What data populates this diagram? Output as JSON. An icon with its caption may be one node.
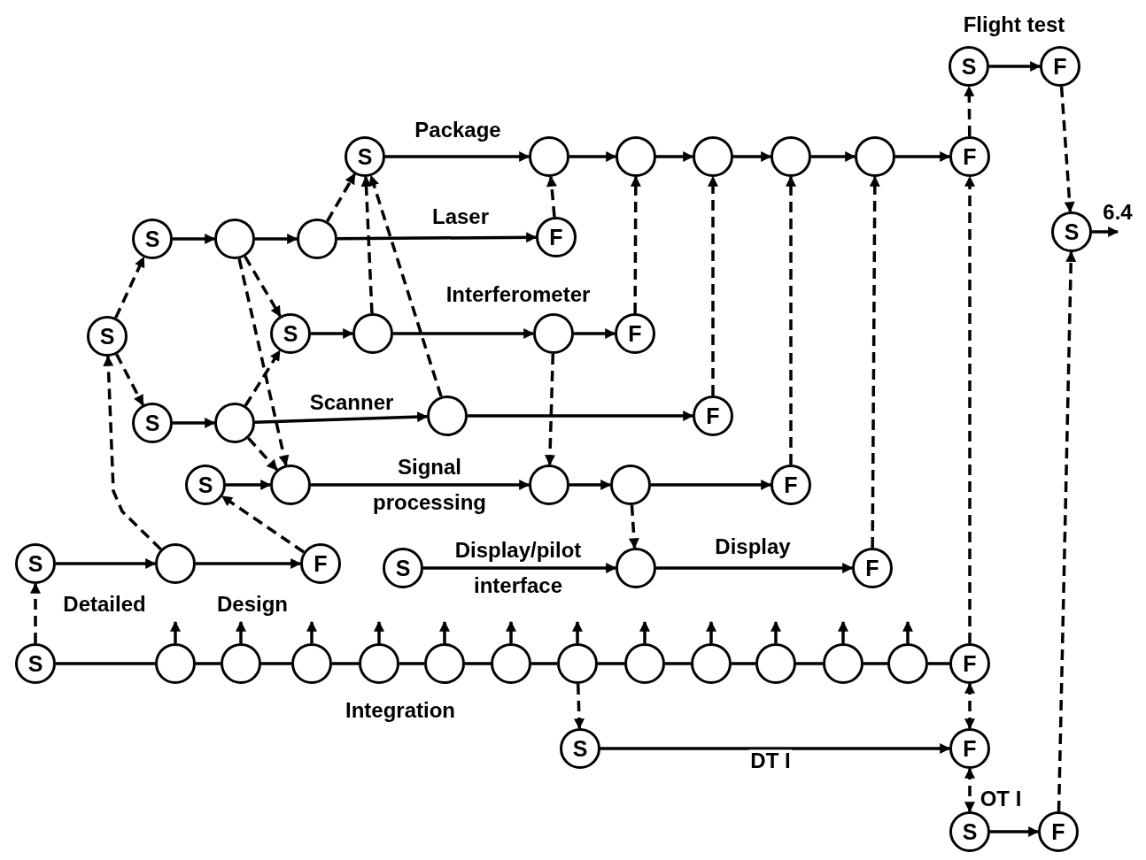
{
  "diagram": {
    "nodes": [
      {
        "text": [
          "S"
        ]
      },
      {
        "text": [],
        "shape": "circle"
      },
      {
        "text": [],
        "shape": "circle"
      },
      {
        "text": [],
        "shape": "circle"
      },
      {
        "text": [],
        "shape": "circle"
      },
      {
        "text": [],
        "shape": "circle"
      },
      {
        "text": [
          "F"
        ]
      },
      {
        "text": [
          "S"
        ]
      },
      {
        "text": [
          "F"
        ]
      },
      {
        "text": [
          "S"
        ]
      },
      {
        "text": [
          "S"
        ]
      },
      {
        "text": [],
        "shape": "circle"
      },
      {
        "text": [],
        "shape": "circle"
      },
      {
        "text": [
          "F"
        ]
      },
      {
        "text": [
          "S"
        ]
      },
      {
        "text": [
          "S"
        ]
      },
      {
        "text": [],
        "shape": "circle"
      },
      {
        "text": [],
        "shape": "circle"
      },
      {
        "text": [
          "F"
        ]
      },
      {
        "text": [
          "S"
        ]
      },
      {
        "text": [],
        "shape": "circle"
      },
      {
        "text": [],
        "shape": "circle"
      },
      {
        "text": [
          "F"
        ]
      },
      {
        "text": [
          "S"
        ]
      },
      {
        "text": [],
        "shape": "circle"
      },
      {
        "text": [],
        "shape": "circle"
      },
      {
        "text": [],
        "shape": "circle"
      },
      {
        "text": [
          "F"
        ]
      },
      {
        "text": [
          "S"
        ]
      },
      {
        "text": [],
        "shape": "circle"
      },
      {
        "text": [
          "F"
        ]
      },
      {
        "text": [
          "S"
        ]
      },
      {
        "text": [],
        "shape": "circle"
      },
      {
        "text": [
          "F"
        ]
      },
      {
        "text": [
          "S"
        ]
      },
      {
        "text": [],
        "shape": "circle"
      },
      {
        "text": [],
        "shape": "circle"
      },
      {
        "text": [],
        "shape": "circle"
      },
      {
        "text": [],
        "shape": "circle"
      },
      {
        "text": [],
        "shape": "circle"
      },
      {
        "text": [],
        "shape": "circle"
      },
      {
        "text": [],
        "shape": "circle"
      },
      {
        "text": [],
        "shape": "circle"
      },
      {
        "text": [],
        "shape": "circle"
      },
      {
        "text": [],
        "shape": "circle"
      },
      {
        "text": [],
        "shape": "circle"
      },
      {
        "text": [],
        "shape": "circle"
      },
      {
        "text": [
          "F"
        ]
      },
      {
        "text": [
          "S"
        ]
      },
      {
        "text": [
          "F"
        ]
      },
      {
        "text": [
          "S"
        ]
      },
      {
        "text": [
          "F"
        ]
      }
    ],
    "edges": [
      {
        "from": 0,
        "to": 1,
        "arrow": "to",
        "label": "Package"
      },
      {
        "from": 1,
        "to": 2,
        "arrow": "to"
      },
      {
        "from": 2,
        "to": 3,
        "arrow": "to"
      },
      {
        "from": 3,
        "to": 4,
        "arrow": "to"
      },
      {
        "from": 4,
        "to": 5,
        "arrow": "to"
      },
      {
        "from": 5,
        "to": 6,
        "arrow": "to"
      },
      {
        "from": 6,
        "to": 7,
        "arrow": "to",
        "style": "dashed"
      },
      {
        "from": 7,
        "to": 8,
        "arrow": "to",
        "label": "Flight test"
      },
      {
        "from": 8,
        "to": 9,
        "arrow": "to",
        "style": "dashed"
      },
      {
        "from": 9,
        "to": null,
        "arrow": "to",
        "label": "6.4"
      },
      {
        "from": 10,
        "to": 11,
        "arrow": "to"
      },
      {
        "from": 11,
        "to": 12,
        "arrow": "to"
      },
      {
        "from": 12,
        "to": 13,
        "arrow": "to",
        "label": "Laser"
      },
      {
        "from": 13,
        "to": 1,
        "arrow": "to",
        "style": "dashed"
      },
      {
        "from": 12,
        "to": 0,
        "arrow": "to",
        "style": "dashed"
      },
      {
        "from": 14,
        "to": 10,
        "arrow": "to",
        "style": "dashed"
      },
      {
        "from": 14,
        "to": 19,
        "arrow": "to",
        "style": "dashed"
      },
      {
        "from": 11,
        "to": 15,
        "arrow": "to",
        "style": "dashed"
      },
      {
        "from": 11,
        "to": 24,
        "arrow": "to",
        "style": "dashed"
      },
      {
        "from": 15,
        "to": 16,
        "arrow": "to"
      },
      {
        "from": 16,
        "to": 0,
        "arrow": "to",
        "style": "dashed"
      },
      {
        "from": 16,
        "to": 17,
        "arrow": "to",
        "label": "Interferometer"
      },
      {
        "from": 17,
        "to": 18,
        "arrow": "to"
      },
      {
        "from": 18,
        "to": 2,
        "arrow": "to",
        "style": "dashed"
      },
      {
        "from": 17,
        "to": 25,
        "arrow": "to",
        "style": "dashed"
      },
      {
        "from": 19,
        "to": 20,
        "arrow": "to"
      },
      {
        "from": 20,
        "to": 21,
        "arrow": "to",
        "label": "Scanner"
      },
      {
        "from": 21,
        "to": 22,
        "arrow": "to"
      },
      {
        "from": 21,
        "to": 0,
        "arrow": "to",
        "style": "dashed"
      },
      {
        "from": 20,
        "to": 15,
        "arrow": "to",
        "style": "dashed"
      },
      {
        "from": 20,
        "to": 24,
        "arrow": "to",
        "style": "dashed"
      },
      {
        "from": 22,
        "to": 3,
        "arrow": "to",
        "style": "dashed"
      },
      {
        "from": 23,
        "to": 24,
        "arrow": "to"
      },
      {
        "from": 24,
        "to": 25,
        "arrow": "to",
        "label": "Signal processing"
      },
      {
        "from": 25,
        "to": 26,
        "arrow": "to"
      },
      {
        "from": 26,
        "to": 27,
        "arrow": "to"
      },
      {
        "from": 27,
        "to": 4,
        "arrow": "to",
        "style": "dashed"
      },
      {
        "from": 26,
        "to": 29,
        "arrow": "to",
        "style": "dashed"
      },
      {
        "from": 28,
        "to": 29,
        "arrow": "to",
        "label": "Display/pilot interface"
      },
      {
        "from": 29,
        "to": 30,
        "arrow": "to",
        "label": "Display"
      },
      {
        "from": 30,
        "to": 5,
        "arrow": "to",
        "style": "dashed"
      },
      {
        "from": 31,
        "to": 32,
        "arrow": "to",
        "label": "Detailed"
      },
      {
        "from": 32,
        "to": 33,
        "arrow": "to",
        "label": "Design"
      },
      {
        "from": 32,
        "to": 14,
        "arrow": "to",
        "style": "dashed"
      },
      {
        "from": 33,
        "to": 23,
        "arrow": "to",
        "style": "dashed"
      },
      {
        "from": 34,
        "to": 31,
        "arrow": "to",
        "style": "dashed"
      },
      {
        "from": 34,
        "to": 35,
        "arrow": "none"
      },
      {
        "from": 35,
        "to": 36,
        "arrow": "none"
      },
      {
        "from": 36,
        "to": 37,
        "arrow": "none"
      },
      {
        "from": 37,
        "to": 38,
        "arrow": "none"
      },
      {
        "from": 38,
        "to": 39,
        "arrow": "none",
        "label": "Integration"
      },
      {
        "from": 39,
        "to": 40,
        "arrow": "none"
      },
      {
        "from": 40,
        "to": 41,
        "arrow": "none"
      },
      {
        "from": 41,
        "to": 42,
        "arrow": "none"
      },
      {
        "from": 42,
        "to": 43,
        "arrow": "none"
      },
      {
        "from": 43,
        "to": 44,
        "arrow": "none"
      },
      {
        "from": 44,
        "to": 45,
        "arrow": "none"
      },
      {
        "from": 45,
        "to": 46,
        "arrow": "none"
      },
      {
        "from": 46,
        "to": 47,
        "arrow": "none"
      },
      {
        "from": 35,
        "to": null,
        "arrow": "to"
      },
      {
        "from": 36,
        "to": null,
        "arrow": "to"
      },
      {
        "from": 37,
        "to": null,
        "arrow": "to"
      },
      {
        "from": 38,
        "to": null,
        "arrow": "to"
      },
      {
        "from": 39,
        "to": null,
        "arrow": "to"
      },
      {
        "from": 40,
        "to": null,
        "arrow": "to"
      },
      {
        "from": 41,
        "to": null,
        "arrow": "to"
      },
      {
        "from": 42,
        "to": null,
        "arrow": "to"
      },
      {
        "from": 43,
        "to": null,
        "arrow": "to"
      },
      {
        "from": 44,
        "to": null,
        "arrow": "to"
      },
      {
        "from": 45,
        "to": null,
        "arrow": "to"
      },
      {
        "from": 46,
        "to": null,
        "arrow": "to"
      },
      {
        "from": 47,
        "to": 6,
        "arrow": "to",
        "style": "dashed"
      },
      {
        "from": 41,
        "to": 48,
        "arrow": "to",
        "style": "dashed"
      },
      {
        "from": 48,
        "to": 49,
        "arrow": "to",
        "label": "DT I"
      },
      {
        "from": 47,
        "to": 49,
        "arrow": "both",
        "style": "dashed"
      },
      {
        "from": 49,
        "to": 50,
        "arrow": "both",
        "style": "dashed"
      },
      {
        "from": 50,
        "to": 51,
        "arrow": "to",
        "label": "OT I"
      },
      {
        "from": 51,
        "to": 9,
        "arrow": "to",
        "style": "dashed"
      }
    ]
  }
}
